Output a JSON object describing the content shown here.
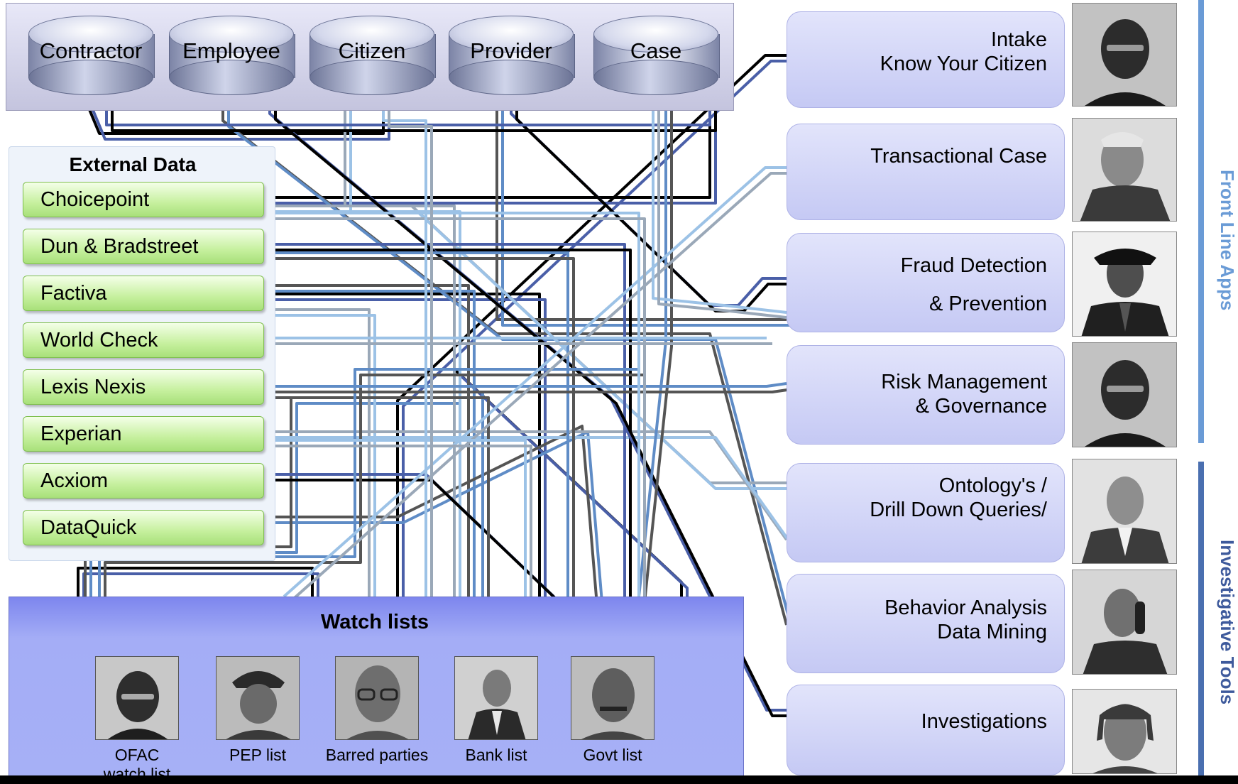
{
  "databases": {
    "labels": [
      "Contractor",
      "Employee",
      "Citizen",
      "Provider",
      "Case"
    ]
  },
  "external_data": {
    "title": "External Data",
    "items": [
      "Choicepoint",
      "Dun & Bradstreet",
      "Factiva",
      "World Check",
      "Lexis Nexis",
      "Experian",
      "Acxiom",
      "DataQuick"
    ]
  },
  "watch_lists": {
    "title": "Watch lists",
    "items": [
      "OFAC\nwatch list",
      "PEP list",
      "Barred parties",
      "Bank list",
      "Govt  list"
    ]
  },
  "front_line_apps": {
    "label": "Front Line Apps",
    "items": [
      {
        "line1": "Intake",
        "line2": "Know Your Citizen"
      },
      {
        "line1": "Transactional Case",
        "line2": ""
      },
      {
        "line1": "Fraud  Detection",
        "line2": "& Prevention"
      },
      {
        "line1": "Risk Management",
        "line2": "& Governance"
      }
    ]
  },
  "investigative_tools": {
    "label": "Investigative Tools",
    "items": [
      {
        "line1": "Ontology's  /",
        "line2": "Drill Down Queries/"
      },
      {
        "line1": "Behavior Analysis",
        "line2": "Data Mining"
      },
      {
        "line1": "Investigations",
        "line2": ""
      }
    ]
  },
  "colors": {
    "wire_black": "#000000",
    "wire_dark_gray": "#555555",
    "wire_light_gray": "#9aa8b8",
    "wire_navy": "#4a5fa8",
    "wire_mid_blue": "#5f8cc6",
    "wire_light_blue": "#9cc2e6",
    "accent_front_line": "#6a9bd6",
    "accent_investigative": "#4a6fb0",
    "label_front_line": "#6a9bd6",
    "label_investigative": "#3e5a9c",
    "external_item_green": "#c6f09e",
    "watch_panel_blue": "#a6b0f6"
  }
}
